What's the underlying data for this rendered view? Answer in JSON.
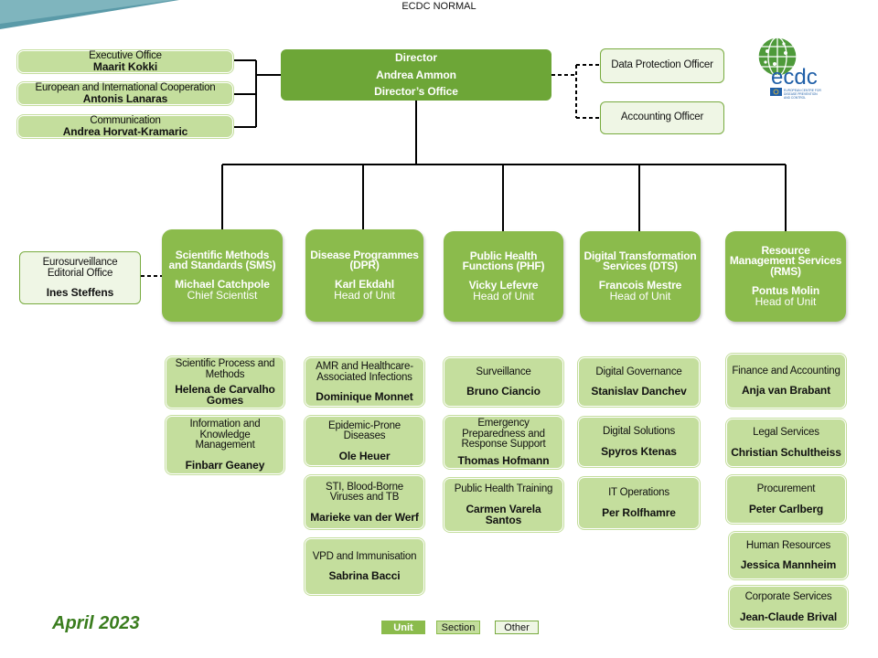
{
  "header": "ECDC NORMAL",
  "date": "April 2023",
  "logo": {
    "text": "ecdc",
    "subtext": "EUROPEAN CENTRE FOR DISEASE PREVENTION AND CONTROL"
  },
  "legend": {
    "unit": "Unit",
    "section": "Section",
    "other": "Other"
  },
  "director": {
    "title": "Director",
    "name": "Andrea Ammon",
    "office": "Director’s Office"
  },
  "left_offices": [
    {
      "label": "Executive Office",
      "name": "Maarit Kokki"
    },
    {
      "label": "European and International Cooperation",
      "name": "Antonis Lanaras"
    },
    {
      "label": "Communication",
      "name": "Andrea Horvat-Kramaric"
    }
  ],
  "right_offices": [
    {
      "label": "Data Protection Officer"
    },
    {
      "label": "Accounting Officer"
    }
  ],
  "eurosurveillance": {
    "label": "Eurosurveillance Editorial Office",
    "name": "Ines Steffens"
  },
  "units": [
    {
      "title": "Scientific Methods and Standards (SMS)",
      "name": "Michael Catchpole",
      "role": "Chief Scientist",
      "sections": [
        {
          "label": "Scientific Process and Methods",
          "name": "Helena de Carvalho Gomes"
        },
        {
          "label": "Information and Knowledge Management",
          "name": "Finbarr Geaney"
        }
      ]
    },
    {
      "title": "Disease Programmes (DPR)",
      "name": "Karl Ekdahl",
      "role": "Head of Unit",
      "sections": [
        {
          "label": "AMR and Healthcare-Associated Infections",
          "name": "Dominique Monnet"
        },
        {
          "label": "Epidemic-Prone Diseases",
          "name": "Ole Heuer"
        },
        {
          "label": "STI, Blood-Borne Viruses and TB",
          "name": "Marieke van der Werf"
        },
        {
          "label": "VPD and Immunisation",
          "name": "Sabrina Bacci"
        }
      ]
    },
    {
      "title": "Public Health Functions (PHF)",
      "name": "Vicky Lefevre",
      "role": "Head of Unit",
      "sections": [
        {
          "label": "Surveillance",
          "name": "Bruno Ciancio"
        },
        {
          "label": "Emergency Preparedness and Response Support",
          "name": "Thomas Hofmann"
        },
        {
          "label": "Public Health Training",
          "name": "Carmen Varela Santos"
        }
      ]
    },
    {
      "title": "Digital Transformation Services (DTS)",
      "name": "Francois Mestre",
      "role": "Head of Unit",
      "sections": [
        {
          "label": "Digital Governance",
          "name": "Stanislav Danchev"
        },
        {
          "label": "Digital Solutions",
          "name": "Spyros Ktenas"
        },
        {
          "label": "IT Operations",
          "name": "Per Rolfhamre"
        }
      ]
    },
    {
      "title": "Resource Management Services (RMS)",
      "name": "Pontus Molin",
      "role": "Head of Unit",
      "sections": [
        {
          "label": "Finance and Accounting",
          "name": "Anja van Brabant"
        },
        {
          "label": "Legal Services",
          "name": "Christian Schultheiss"
        },
        {
          "label": "Procurement",
          "name": "Peter Carlberg"
        },
        {
          "label": "Human Resources",
          "name": "Jessica Mannheim"
        },
        {
          "label": "Corporate Services",
          "name": "Jean-Claude Brival"
        }
      ]
    }
  ]
}
